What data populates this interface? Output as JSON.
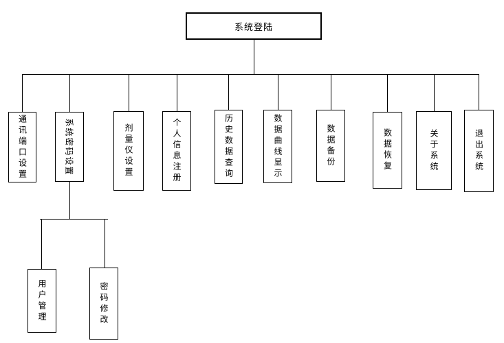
{
  "tree": {
    "root": {
      "label": "系统登陆",
      "children": [
        {
          "label": "通讯端口设置"
        },
        {
          "label": "系统密码设置",
          "children": [
            {
              "label": "用户管理"
            },
            {
              "label": "密码修改"
            }
          ]
        },
        {
          "label": "剂量仪设置"
        },
        {
          "label": "个人信息注册"
        },
        {
          "label": "历史数据查询"
        },
        {
          "label": "数据曲线显示"
        },
        {
          "label": "数据备份"
        },
        {
          "label": "数据恢复"
        },
        {
          "label": "关于系统"
        },
        {
          "label": "退出系统"
        }
      ]
    },
    "colors": {
      "background": "#ffffff",
      "line": "#000000",
      "box_border": "#000000",
      "text": "#000000"
    }
  }
}
